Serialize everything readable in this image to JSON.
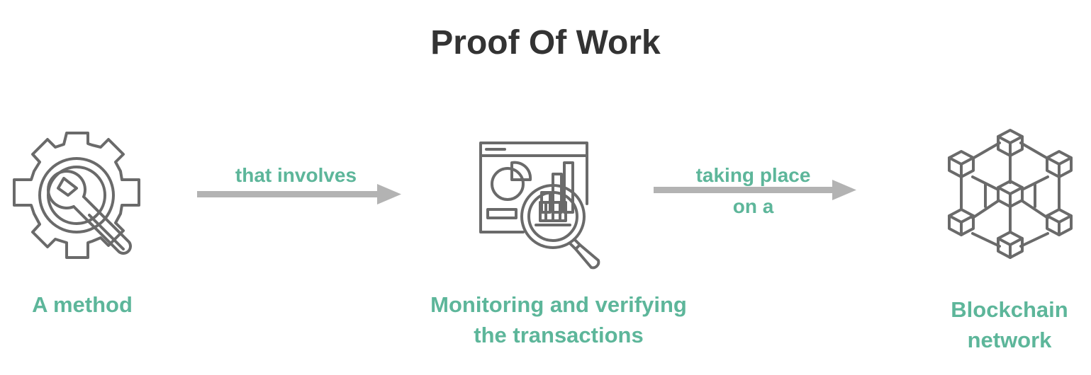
{
  "title": "Proof Of Work",
  "nodes": [
    {
      "icon": "gear-wrench-icon",
      "caption_lines": [
        "A method"
      ]
    },
    {
      "icon": "dashboard-magnifier-icon",
      "caption_lines": [
        "Monitoring and verifying",
        "the transactions"
      ]
    },
    {
      "icon": "blockchain-network-icon",
      "caption_lines": [
        "Blockchain",
        "network"
      ]
    }
  ],
  "connectors": [
    {
      "label_lines": [
        "that involves"
      ]
    },
    {
      "label_lines": [
        "taking place",
        "on a"
      ]
    }
  ],
  "colors": {
    "title": "#333333",
    "caption": "#5db69a",
    "icon_stroke": "#6a6a6a",
    "arrow": "#b3b3b3"
  }
}
